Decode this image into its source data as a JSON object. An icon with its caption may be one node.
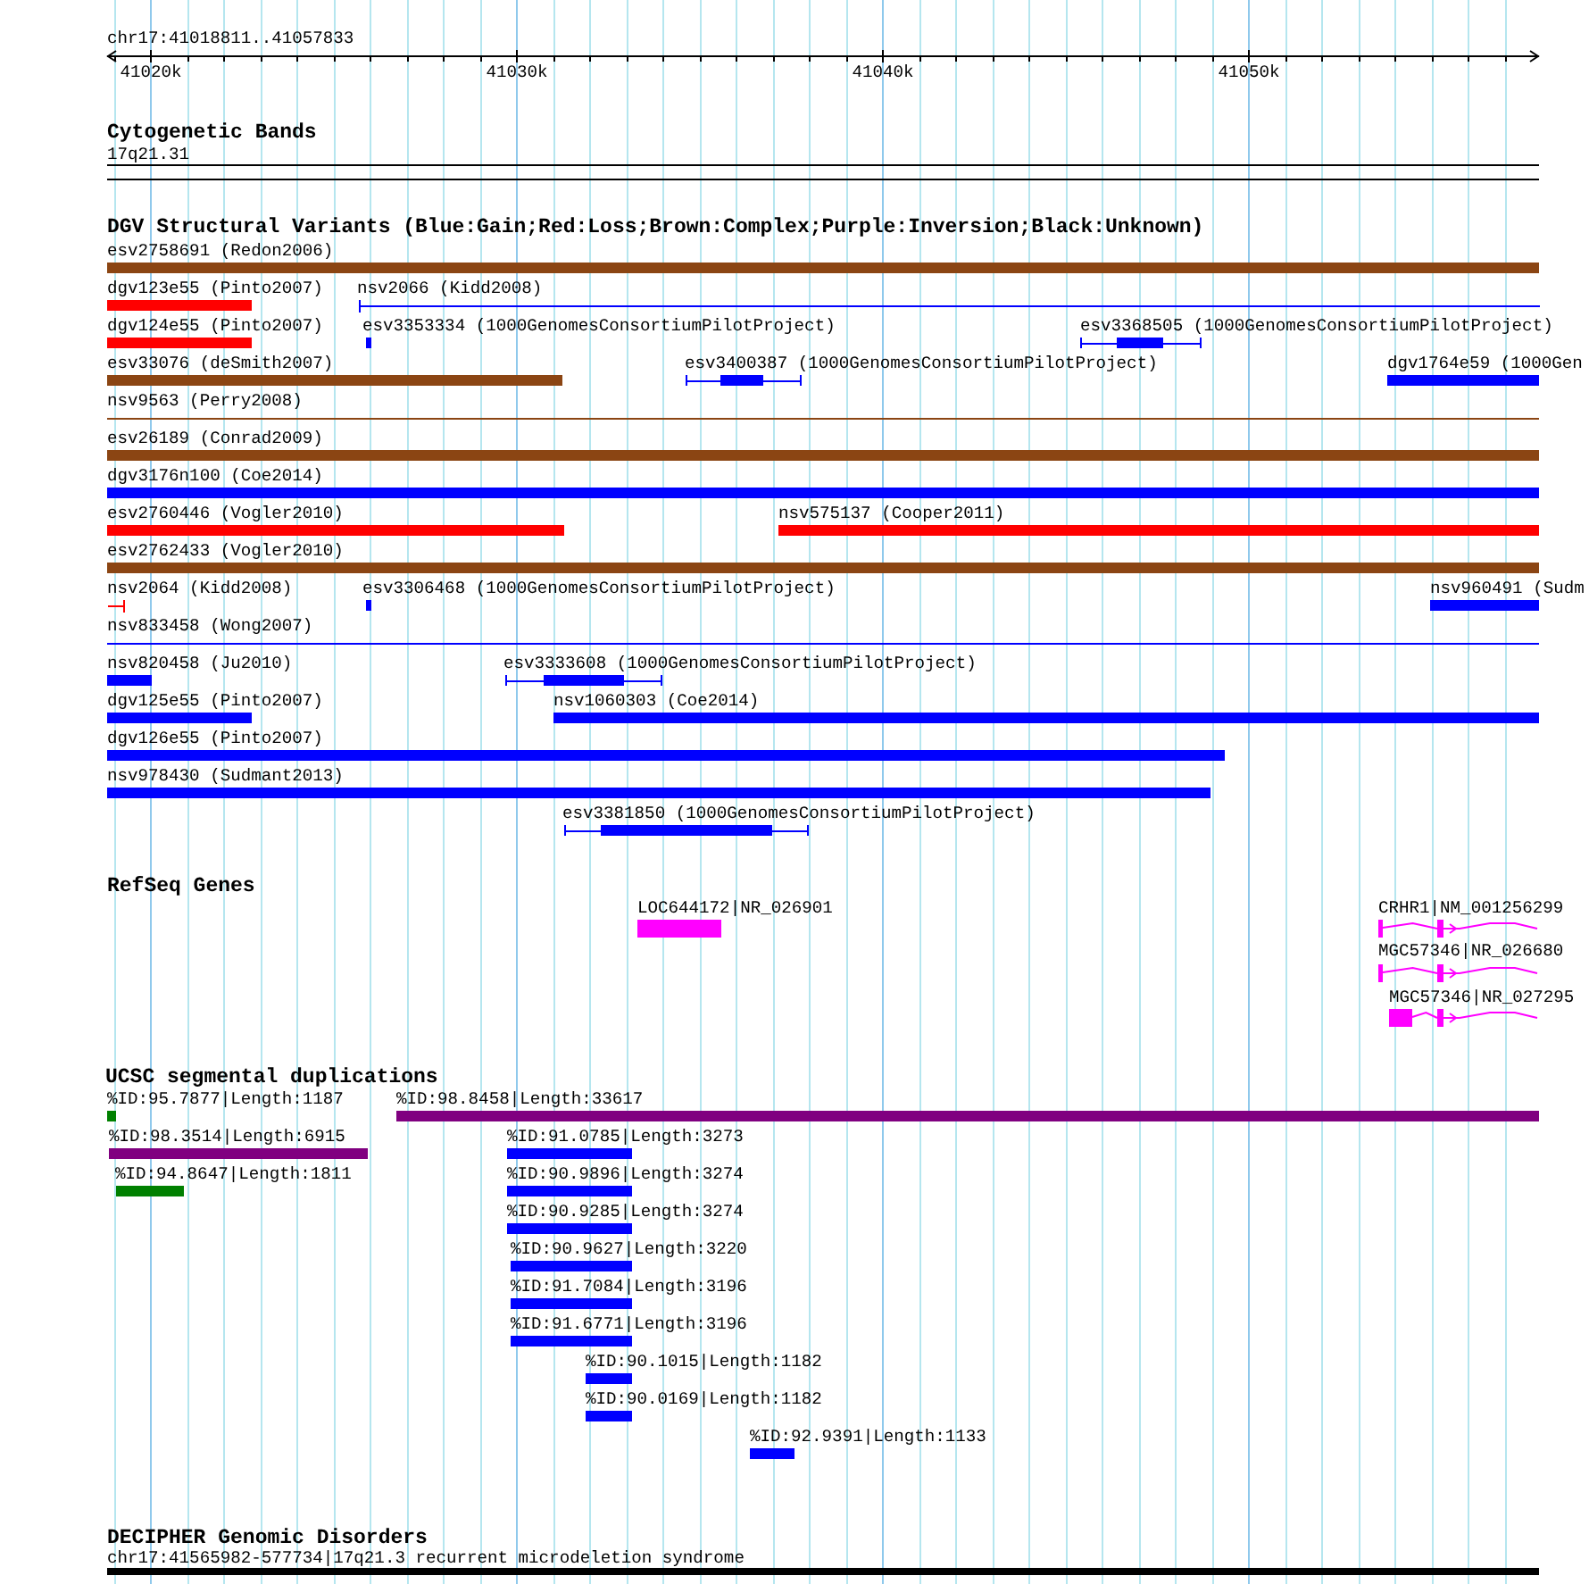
{
  "diagram": {
    "title": "chr17:41018811..41057833",
    "nodes": [
      {
        "text": [
          "17q21.31"
        ]
      },
      {
        "text": [
          "esv2758691 (Redon2006)"
        ]
      },
      {
        "text": [
          "dgv123e55 (Pinto2007)"
        ]
      },
      {
        "text": [
          "nsv2066 (Kidd2008)"
        ]
      },
      {
        "text": [
          "dgv124e55 (Pinto2007)"
        ]
      },
      {
        "text": [
          "esv3353334 (1000GenomesConsortiumPilotProject)"
        ]
      },
      {
        "text": [
          "esv3368505 (1000GenomesConsortiumPilotProject)"
        ]
      },
      {
        "text": [
          "esv33076 (deSmith2007)"
        ]
      },
      {
        "text": [
          "esv3400387 (1000GenomesConsortiumPilotProject)"
        ]
      },
      {
        "text": [
          "dgv1764e59 (1000Gen"
        ]
      },
      {
        "text": [
          "nsv9563 (Perry2008)"
        ]
      },
      {
        "text": [
          "esv26189 (Conrad2009)"
        ]
      },
      {
        "text": [
          "dgv3176n100 (Coe2014)"
        ]
      },
      {
        "text": [
          "esv2760446 (Vogler2010)"
        ]
      },
      {
        "text": [
          "nsv575137 (Cooper2011)"
        ]
      },
      {
        "text": [
          "esv2762433 (Vogler2010)"
        ]
      },
      {
        "text": [
          "nsv2064 (Kidd2008)"
        ]
      },
      {
        "text": [
          "esv3306468 (1000GenomesConsortiumPilotProject)"
        ]
      },
      {
        "text": [
          "nsv960491 (Sudm"
        ]
      },
      {
        "text": [
          "nsv833458 (Wong2007)"
        ]
      },
      {
        "text": [
          "nsv820458 (Ju2010)"
        ]
      },
      {
        "text": [
          "esv3333608 (1000GenomesConsortiumPilotProject)"
        ]
      },
      {
        "text": [
          "dgv125e55 (Pinto2007)"
        ]
      },
      {
        "text": [
          "nsv1060303 (Coe2014)"
        ]
      },
      {
        "text": [
          "dgv126e55 (Pinto2007)"
        ]
      },
      {
        "text": [
          "nsv978430 (Sudmant2013)"
        ]
      },
      {
        "text": [
          "esv3381850 (1000GenomesConsortiumPilotProject)"
        ]
      },
      {
        "text": [
          "LOC644172|NR_026901"
        ]
      },
      {
        "text": [
          "CRHR1|NM_001256299"
        ]
      },
      {
        "text": [
          "MGC57346|NR_026680"
        ]
      },
      {
        "text": [
          "MGC57346|NR_027295"
        ]
      },
      {
        "text": [
          "%ID:95.7877|Length:1187"
        ]
      },
      {
        "text": [
          "%ID:98.8458|Length:33617"
        ]
      },
      {
        "text": [
          "%ID:98.3514|Length:6915"
        ]
      },
      {
        "text": [
          "%ID:91.0785|Length:3273"
        ]
      },
      {
        "text": [
          "%ID:94.8647|Length:1811"
        ]
      },
      {
        "text": [
          "%ID:90.9896|Length:3274"
        ]
      },
      {
        "text": [
          "%ID:90.9285|Length:3274"
        ]
      },
      {
        "text": [
          "%ID:90.9627|Length:3220"
        ]
      },
      {
        "text": [
          "%ID:91.7084|Length:3196"
        ]
      },
      {
        "text": [
          "%ID:91.6771|Length:3196"
        ]
      },
      {
        "text": [
          "%ID:90.1015|Length:1182"
        ]
      },
      {
        "text": [
          "%ID:90.0169|Length:1182"
        ]
      },
      {
        "text": [
          "%ID:92.9391|Length:1133"
        ]
      },
      {
        "text": [
          "chr17:41565982-577734|17q21.3 recurrent microdeletion syndrome"
        ]
      }
    ],
    "labels": [
      "41020k",
      "41030k",
      "41040k",
      "41050k",
      "Cytogenetic Bands",
      "DGV Structural Variants (Blue:Gain;Red:Loss;Brown:Complex;Purple:Inversion;Black:Unknown)",
      "RefSeq Genes",
      "UCSC segmental duplications",
      "DECIPHER Genomic Disorders"
    ]
  }
}
